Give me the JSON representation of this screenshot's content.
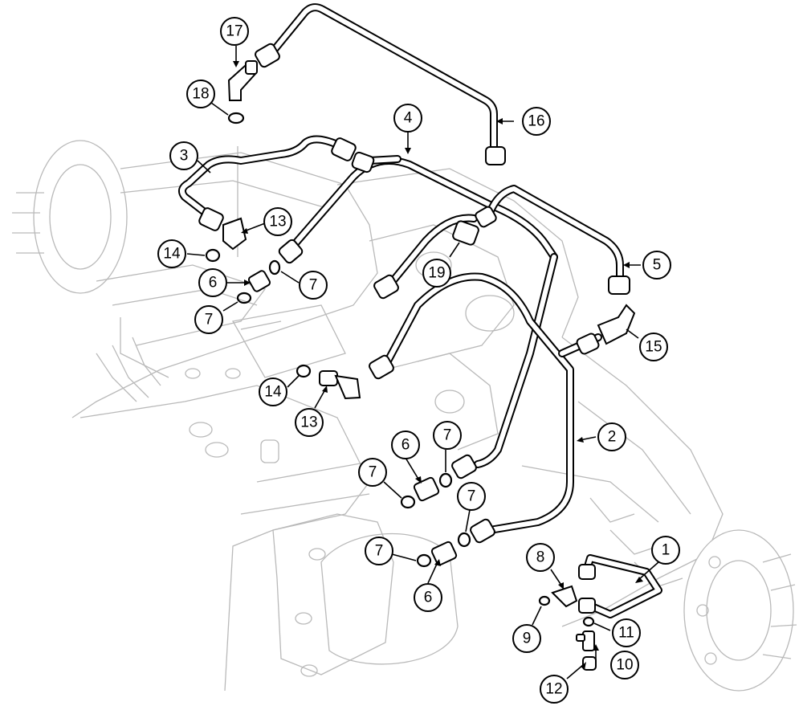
{
  "callouts": [
    {
      "id": "c1",
      "label": "1"
    },
    {
      "id": "c2",
      "label": "2"
    },
    {
      "id": "c3",
      "label": "3"
    },
    {
      "id": "c4",
      "label": "4"
    },
    {
      "id": "c5",
      "label": "5"
    },
    {
      "id": "c6a",
      "label": "6"
    },
    {
      "id": "c6b",
      "label": "6"
    },
    {
      "id": "c6c",
      "label": "6"
    },
    {
      "id": "c7a",
      "label": "7"
    },
    {
      "id": "c7b",
      "label": "7"
    },
    {
      "id": "c7c",
      "label": "7"
    },
    {
      "id": "c7d",
      "label": "7"
    },
    {
      "id": "c7e",
      "label": "7"
    },
    {
      "id": "c7f",
      "label": "7"
    },
    {
      "id": "c8",
      "label": "8"
    },
    {
      "id": "c9",
      "label": "9"
    },
    {
      "id": "c10",
      "label": "10"
    },
    {
      "id": "c11",
      "label": "11"
    },
    {
      "id": "c12",
      "label": "12"
    },
    {
      "id": "c13a",
      "label": "13"
    },
    {
      "id": "c13b",
      "label": "13"
    },
    {
      "id": "c14a",
      "label": "14"
    },
    {
      "id": "c14b",
      "label": "14"
    },
    {
      "id": "c15",
      "label": "15"
    },
    {
      "id": "c16",
      "label": "16"
    },
    {
      "id": "c17",
      "label": "17"
    },
    {
      "id": "c18",
      "label": "18"
    },
    {
      "id": "c19",
      "label": "19"
    }
  ]
}
